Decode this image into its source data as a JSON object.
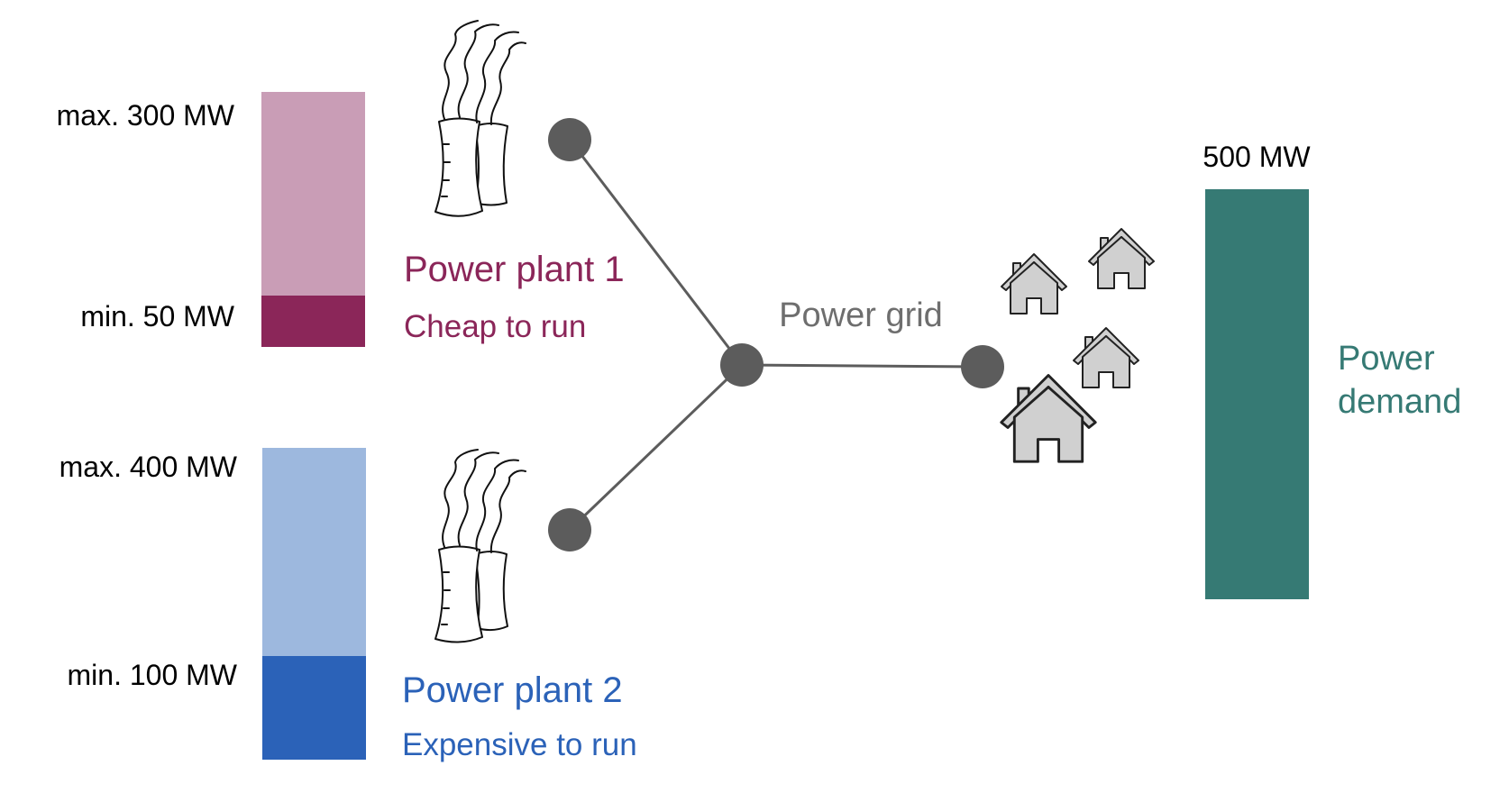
{
  "plant1": {
    "max_label": "max. 300 MW",
    "min_label": "min. 50 MW",
    "name": "Power plant 1",
    "note": "Cheap to run",
    "max_mw": 300,
    "min_mw": 50,
    "color_light": "#c99db6",
    "color_dark": "#8b2659",
    "text_color": "#8b2659"
  },
  "plant2": {
    "max_label": "max. 400 MW",
    "min_label": "min. 100 MW",
    "name": "Power plant 2",
    "note": "Expensive to run",
    "max_mw": 400,
    "min_mw": 100,
    "color_light": "#9db8de",
    "color_dark": "#2b62b8",
    "text_color": "#2b62b8"
  },
  "grid": {
    "label": "Power grid",
    "color": "#5c5c5c",
    "label_color": "#6e6e6e"
  },
  "demand": {
    "value_label": "500 MW",
    "mw": 500,
    "label_line1": "Power",
    "label_line2": "demand",
    "color": "#367a74"
  },
  "icons": {
    "plants": "cooling-tower-icon",
    "houses": "house-icon",
    "house_fill": "#d0d0d0"
  }
}
